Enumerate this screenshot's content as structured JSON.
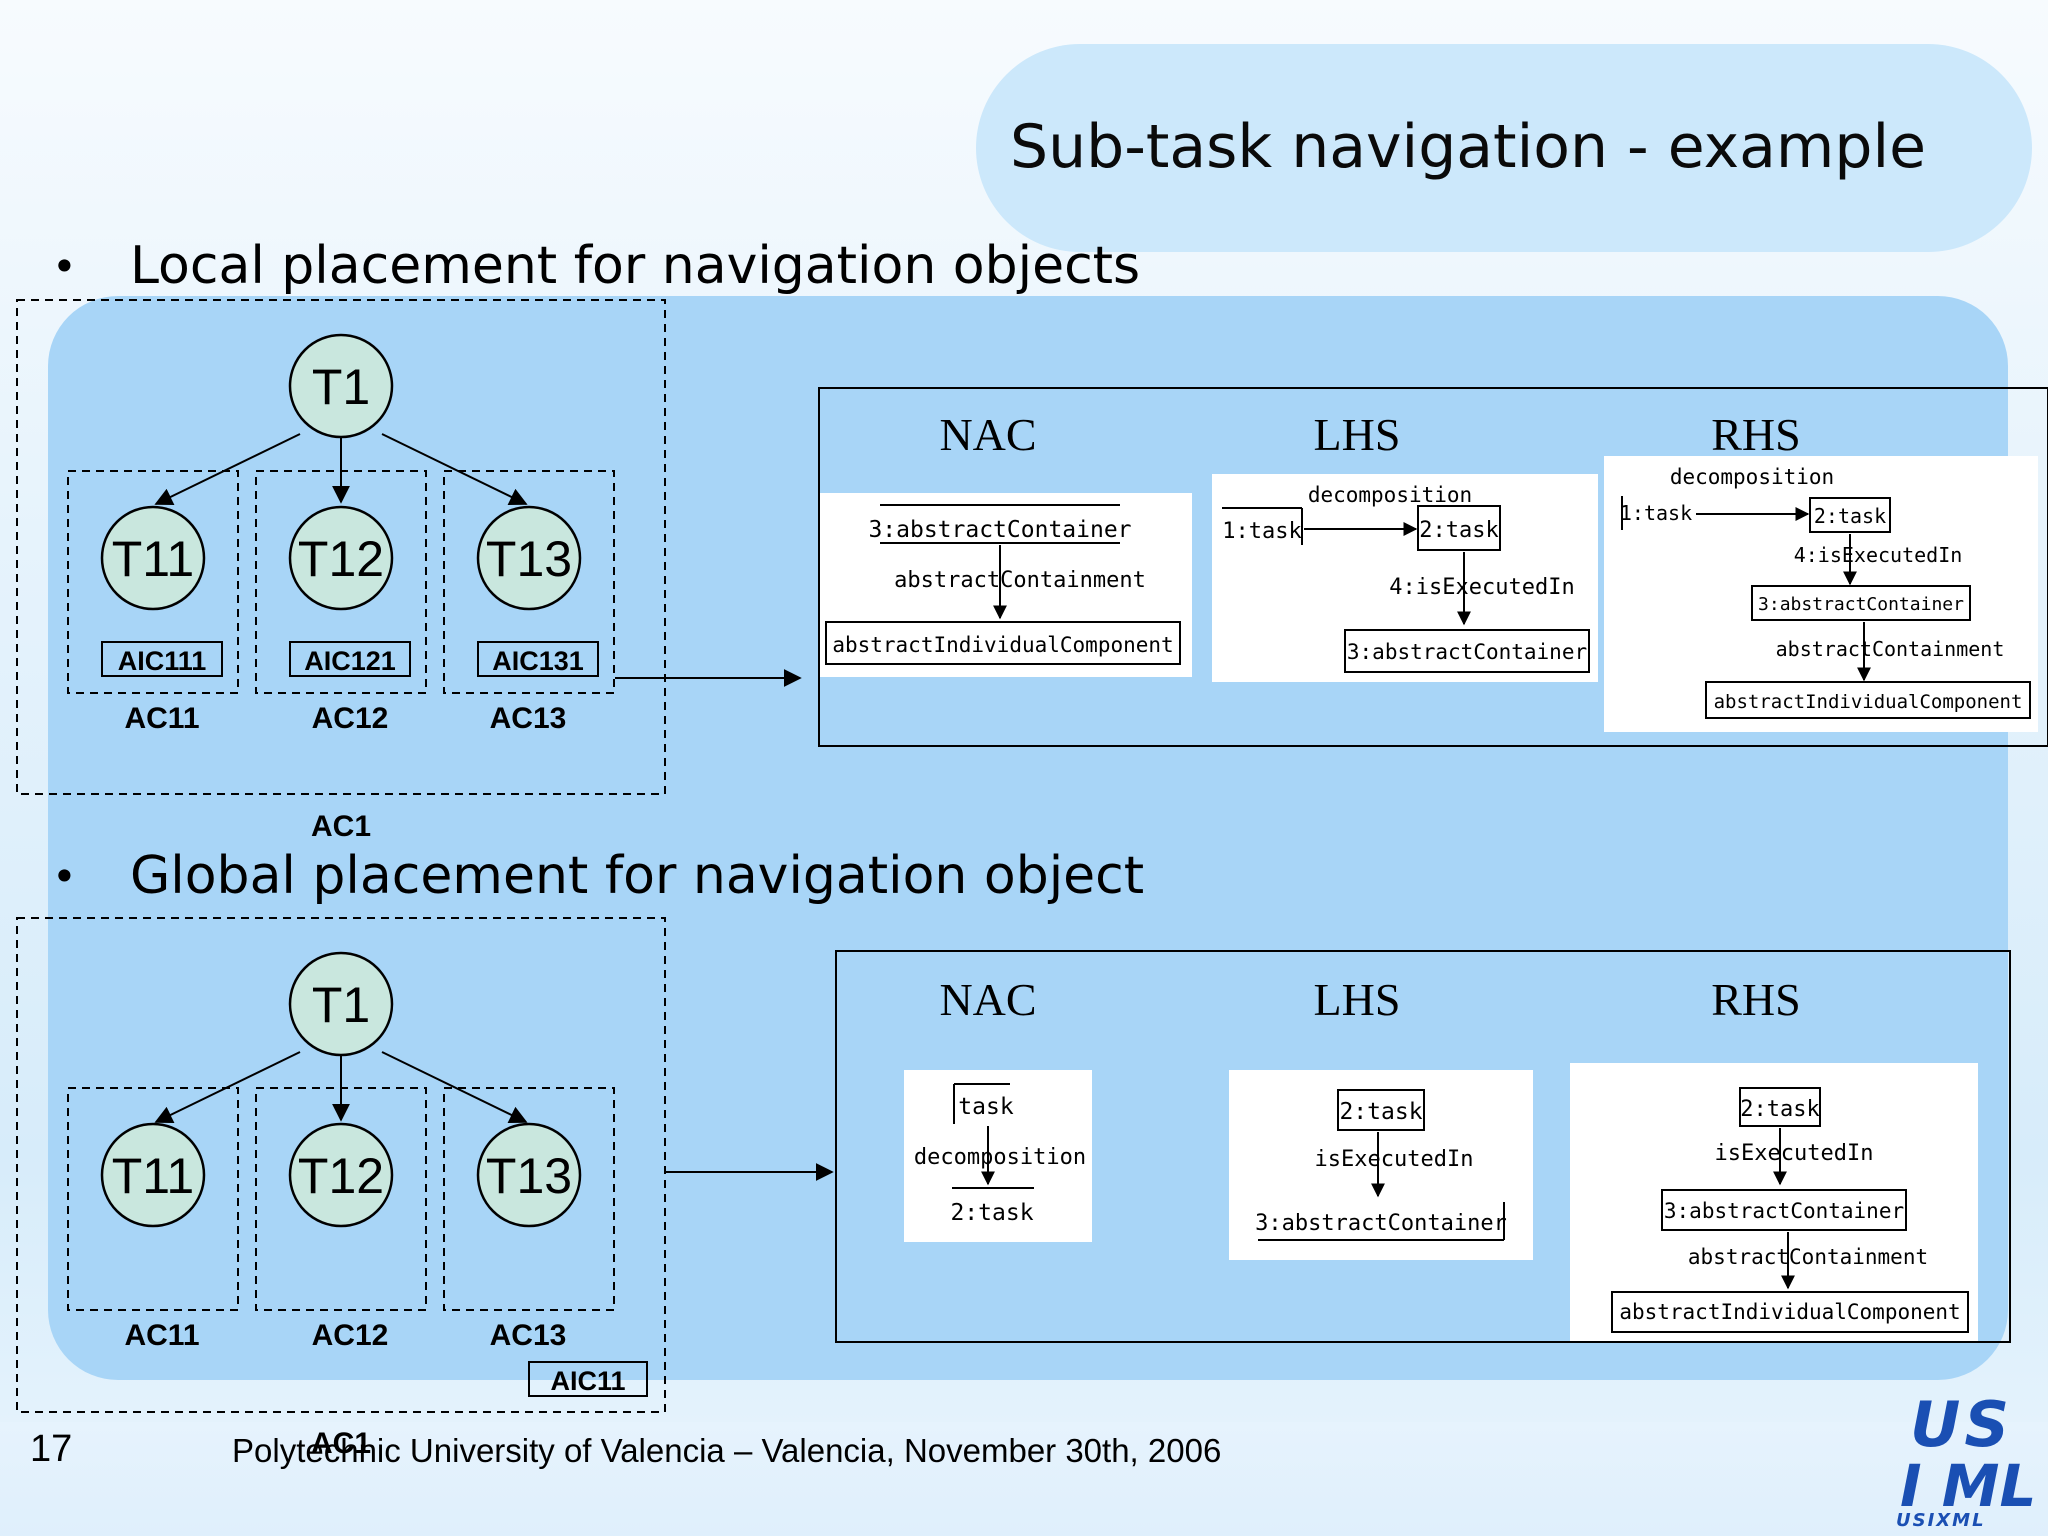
{
  "slide": {
    "title": "Sub-task navigation - example",
    "bullet1": "Local placement for navigation objects",
    "bullet2": "Global placement for navigation object",
    "bullet_symbol": "•",
    "page_number": "17",
    "footer": "Polytechnic University of Valencia – Valencia, November 30th, 2006",
    "logo_top": "US",
    "logo_bottom": "I ML",
    "logo_caption": "USIXML",
    "colors": {
      "panel": "#a8d5f7",
      "node_fill": "#c9e7de",
      "accent": "#1a4fb3"
    }
  },
  "local_tree": {
    "root": "T1",
    "children": [
      "T11",
      "T12",
      "T13"
    ],
    "aics": [
      "AIC111",
      "AIC121",
      "AIC131"
    ],
    "acs": [
      "AC11",
      "AC12",
      "AC13"
    ],
    "outer": "AC1"
  },
  "global_tree": {
    "root": "T1",
    "children": [
      "T11",
      "T12",
      "T13"
    ],
    "acs": [
      "AC11",
      "AC12",
      "AC13"
    ],
    "aic": "AIC11",
    "outer": "AC1"
  },
  "rule1": {
    "nac_label": "NAC",
    "lhs_label": "LHS",
    "rhs_label": "RHS",
    "nac": {
      "top": "3:abstractContainer",
      "edge": "abstractContainment",
      "bottom": "abstractIndividualComponent"
    },
    "lhs": {
      "edge1": "decomposition",
      "node1": "1:task",
      "node2": "2:task",
      "edge2": "4:isExecutedIn",
      "node3": "3:abstractContainer"
    },
    "rhs": {
      "edge1": "decomposition",
      "node1": "1:task",
      "node2": "2:task",
      "edge2": "4:isExecutedIn",
      "node3": "3:abstractContainer",
      "edge3": "abstractContainment",
      "node4": "abstractIndividualComponent"
    }
  },
  "rule2": {
    "nac_label": "NAC",
    "lhs_label": "LHS",
    "rhs_label": "RHS",
    "nac": {
      "top": "task",
      "edge": "decomposition",
      "bottom": "2:task"
    },
    "lhs": {
      "top": "2:task",
      "edge": "isExecutedIn",
      "bottom": "3:abstractContainer"
    },
    "rhs": {
      "node1": "2:task",
      "edge1": "isExecutedIn",
      "node2": "3:abstractContainer",
      "edge2": "abstractContainment",
      "node3": "abstractIndividualComponent"
    }
  }
}
